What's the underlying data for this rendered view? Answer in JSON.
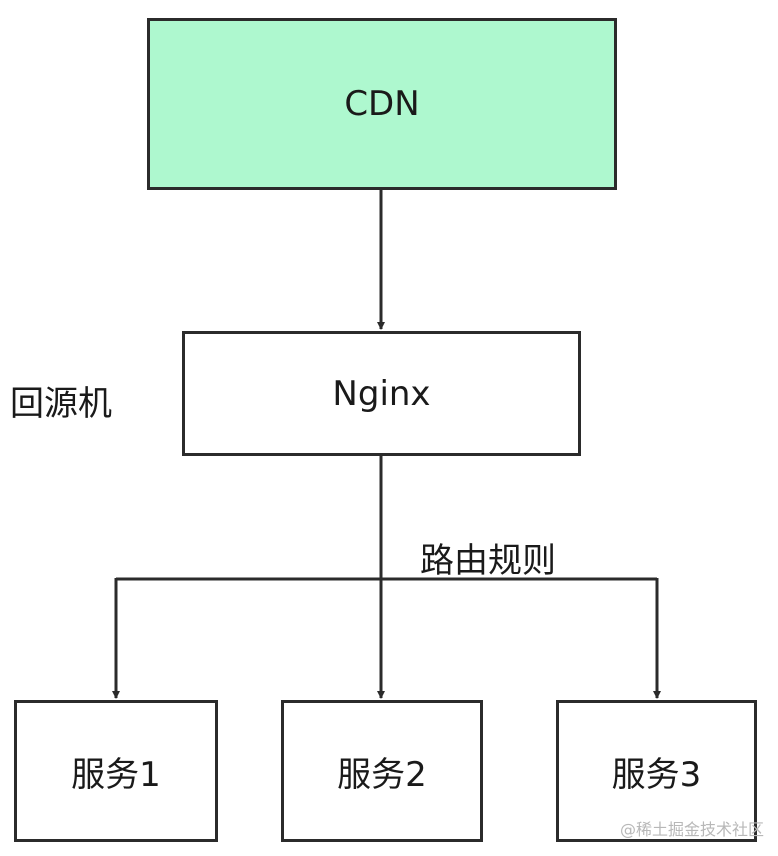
{
  "nodes": {
    "cdn": "CDN",
    "nginx": "Nginx",
    "service1": "服务1",
    "service2": "服务2",
    "service3": "服务3"
  },
  "labels": {
    "origin": "回源机",
    "routing": "路由规则"
  },
  "watermark": "@稀土掘金技术社区",
  "colors": {
    "cdn_fill": "#aef8cf",
    "stroke": "#2b2b2b"
  }
}
